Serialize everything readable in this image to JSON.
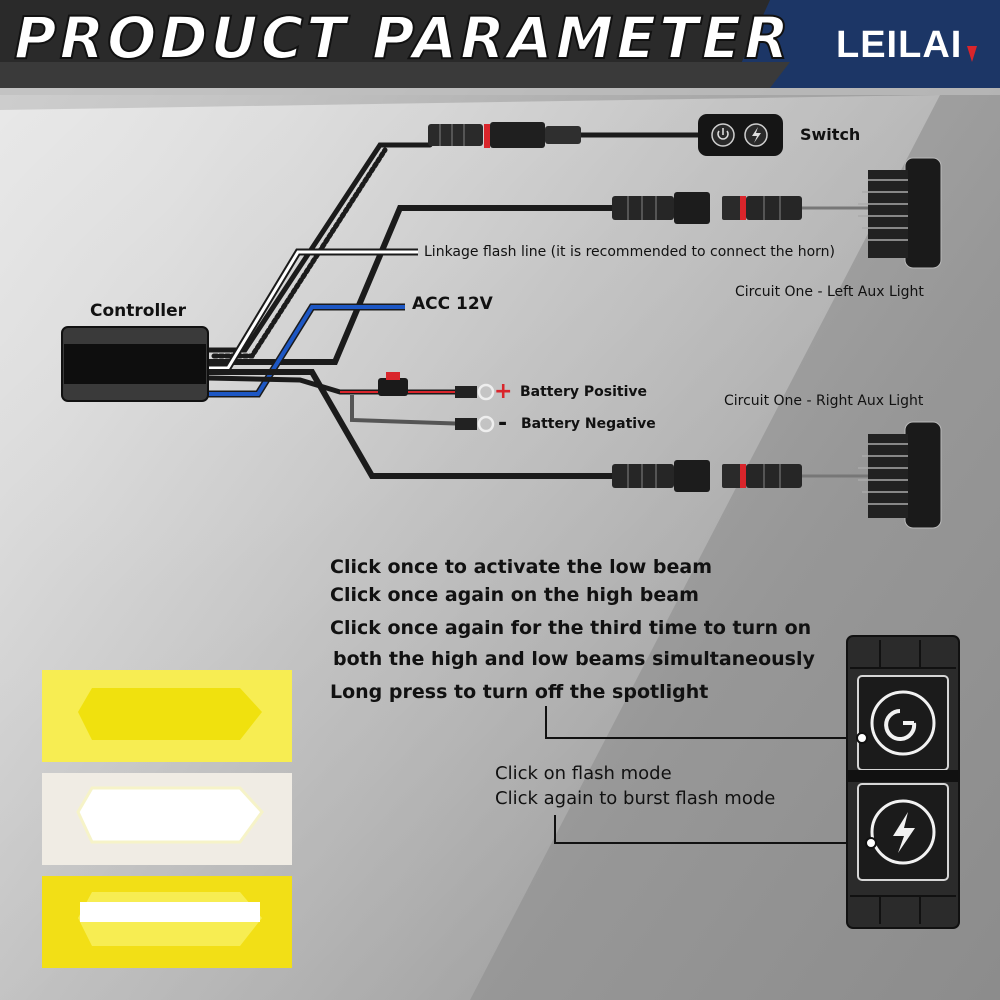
{
  "header": {
    "title": "PRODUCT PARAMETER",
    "logo_text": "LEILAI"
  },
  "labels": {
    "switch": "Switch",
    "linkage": "Linkage flash line (it is recommended to connect the horn)",
    "acc": "ACC 12V",
    "controller": "Controller",
    "left_light": "Circuit One - Left Aux Light",
    "right_light": "Circuit One - Right Aux Light",
    "battery_positive": "Battery Positive",
    "battery_negative": "Battery Negative",
    "plus_sign": "+",
    "minus_sign": "-"
  },
  "instructions": {
    "power_button": [
      "Click once to activate the low beam",
      "Click once again on the high beam",
      "Click once again for the third time to turn on",
      "both the high and low beams simultaneously",
      "Long press to turn off the spotlight"
    ],
    "flash_button": [
      "Click on flash mode",
      "Click again to burst flash mode"
    ]
  },
  "beam_modes": [
    {
      "name": "low-beam",
      "color": "#f5e619"
    },
    {
      "name": "high-beam",
      "color": "#ffffff"
    },
    {
      "name": "combined-beam",
      "color": "#f5e619"
    }
  ],
  "colors": {
    "header_band": "#1c3666",
    "logo_red": "#d9252b",
    "wire_black": "#1b1b1b",
    "wire_blue": "#1d57c4",
    "wire_red": "#d9252b",
    "beam_yellow": "#f5e619"
  }
}
